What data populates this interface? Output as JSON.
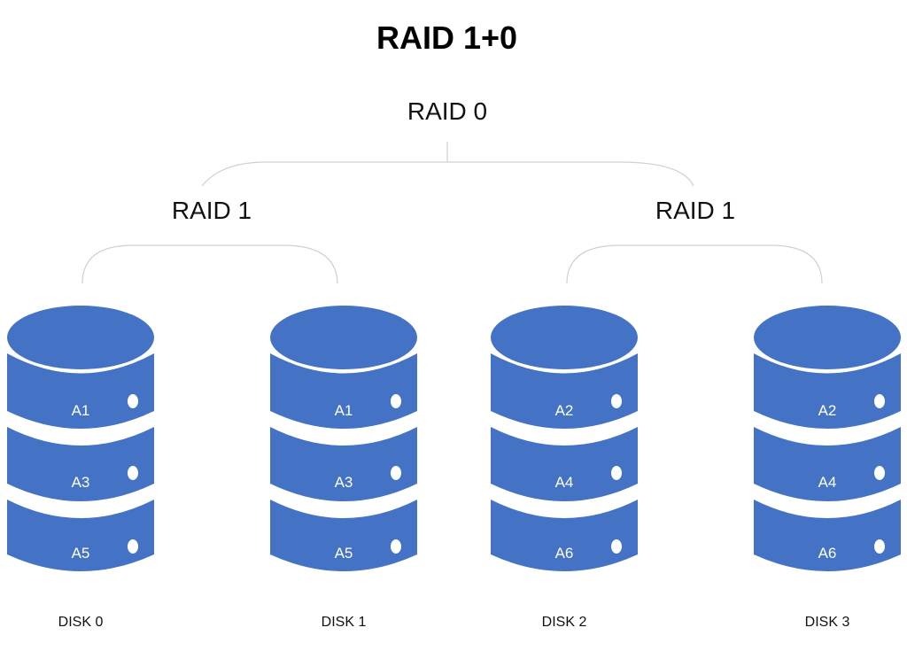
{
  "title": "RAID 1+0",
  "tree": {
    "root_label": "RAID 0",
    "left_label": "RAID 1",
    "right_label": "RAID 1"
  },
  "disks": [
    {
      "name": "DISK 0",
      "blocks": [
        "A1",
        "A3",
        "A5"
      ]
    },
    {
      "name": "DISK 1",
      "blocks": [
        "A1",
        "A3",
        "A5"
      ]
    },
    {
      "name": "DISK 2",
      "blocks": [
        "A2",
        "A4",
        "A6"
      ]
    },
    {
      "name": "DISK 3",
      "blocks": [
        "A2",
        "A4",
        "A6"
      ]
    }
  ],
  "colors": {
    "disk_fill": "#4472c4",
    "connector": "#d0d0d0"
  }
}
